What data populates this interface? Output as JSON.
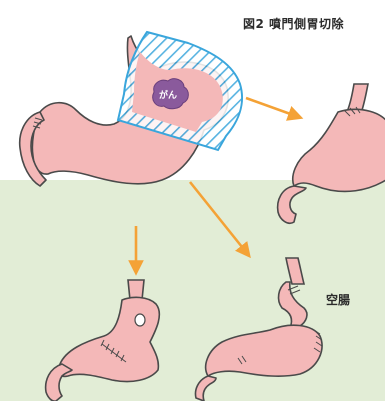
{
  "figure": {
    "title": "図2 噴門側胃切除",
    "tumor_label": "がん",
    "jejunum_label": "空腸"
  },
  "colors": {
    "stomach_fill": "#f4b8b8",
    "outline": "#4a4a4a",
    "hatch": "#3aa6dc",
    "arrow": "#f4a236",
    "tumor": "#8a5a9c",
    "lower_background": "#e2edd6"
  }
}
